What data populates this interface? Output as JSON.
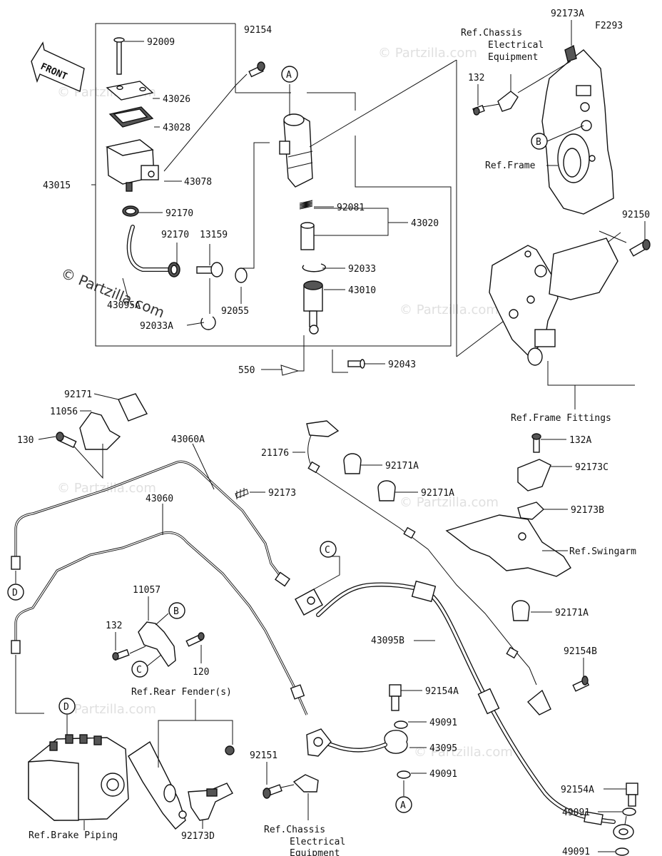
{
  "figure_code": "F2293",
  "front_label": "FRONT",
  "watermark": "© Partzilla.com",
  "watermark_small": "© Partzilla.com",
  "callouts": {
    "A": "A",
    "B": "B",
    "C": "C",
    "D": "D"
  },
  "parts": {
    "p92009": "92009",
    "p43026": "43026",
    "p43028": "43028",
    "p43078": "43078",
    "p43015": "43015",
    "p92154": "92154",
    "p92170a": "92170",
    "p92170b": "92170",
    "p13159": "13159",
    "p43095a": "43095A",
    "p92033a": "92033A",
    "p92055": "92055",
    "p92081": "92081",
    "p43020": "43020",
    "p92033": "92033",
    "p43010": "43010",
    "p550": "550",
    "p92043": "92043",
    "p92173a": "92173A",
    "p132a_top": "132",
    "p92150": "92150",
    "p92171": "92171",
    "p11056": "11056",
    "p130": "130",
    "p43060a": "43060A",
    "p43060": "43060",
    "p92173": "92173",
    "p21176": "21176",
    "p92171a1": "92171A",
    "p92171a2": "92171A",
    "p92171a3": "92171A",
    "p132A": "132A",
    "p92173c": "92173C",
    "p92173b": "92173B",
    "p11057": "11057",
    "p132_mid": "132",
    "p120": "120",
    "p43095b": "43095B",
    "p92154b": "92154B",
    "p92154a1": "92154A",
    "p49091a": "49091",
    "p43095": "43095",
    "p49091b": "49091",
    "p92151": "92151",
    "p92154a2": "92154A",
    "p49091c": "49091",
    "p49091d": "49091",
    "p92173d": "92173D"
  },
  "refs": {
    "chassis_elec_top": [
      "Ref.Chassis",
      "Electrical",
      "Equipment"
    ],
    "frame": "Ref.Frame",
    "frame_fittings": "Ref.Frame Fittings",
    "swingarm": "Ref.Swingarm",
    "rear_fender": "Ref.Rear Fender(s)",
    "brake_piping": "Ref.Brake Piping",
    "chassis_elec_bottom": [
      "Ref.Chassis",
      "Electrical",
      "Equipment"
    ]
  }
}
